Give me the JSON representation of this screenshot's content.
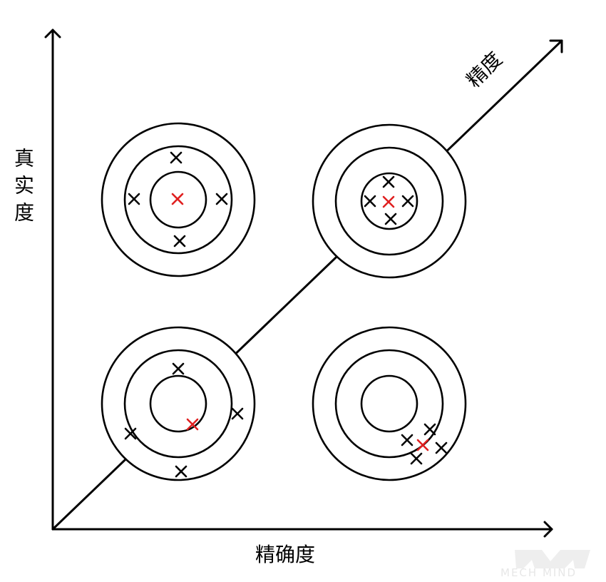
{
  "labels": {
    "y_axis": "真实度",
    "x_axis": "精确度",
    "diagonal": "精度"
  },
  "watermark": {
    "text": "MECH MIND",
    "logo": "mech-mind-logo"
  },
  "colors": {
    "line": "#000000",
    "center_mark": "#e02020",
    "shot_mark": "#000000",
    "watermark": "#e7e7e7"
  },
  "targets": [
    {
      "name": "top-left"
    },
    {
      "name": "top-right"
    },
    {
      "name": "bottom-left"
    },
    {
      "name": "bottom-right"
    }
  ]
}
